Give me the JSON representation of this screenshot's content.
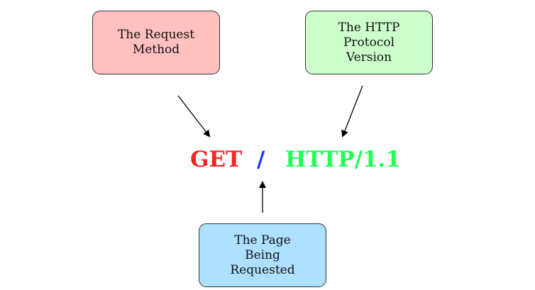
{
  "boxes": {
    "method": {
      "label": "The Request\nMethod",
      "color": "#ffc0c0"
    },
    "version": {
      "label": "The HTTP\nProtocol\nVersion",
      "color": "#ccffcc"
    },
    "page": {
      "label": "The Page\nBeing\nRequested",
      "color": "#aee0ff"
    }
  },
  "request_line": {
    "method": {
      "text": "GET",
      "color": "#ff2222"
    },
    "path": {
      "text": "/",
      "color": "#2233ff"
    },
    "version": {
      "text": "HTTP/1.1",
      "color": "#22ff55"
    }
  }
}
